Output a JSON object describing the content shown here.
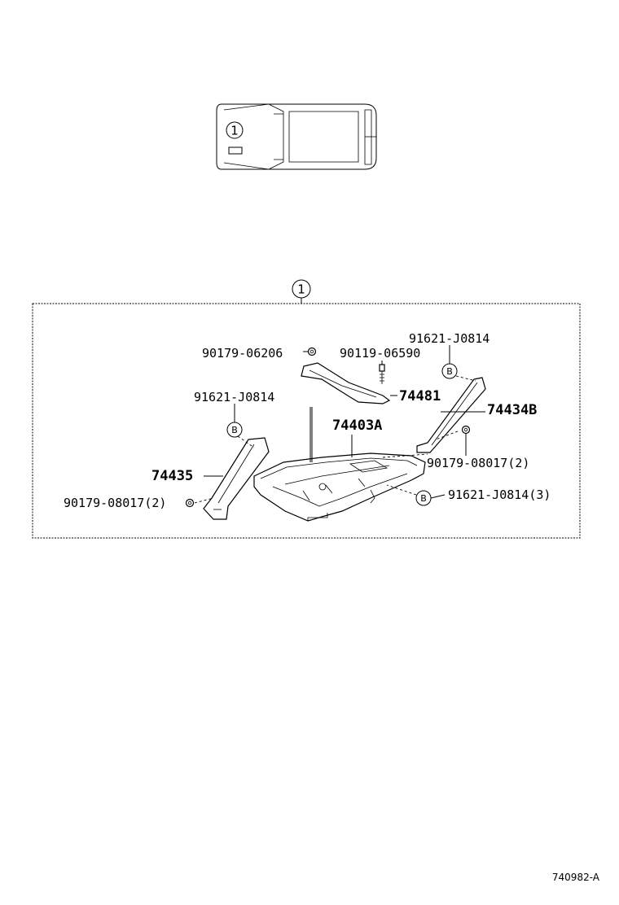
{
  "vehicle_overview": {
    "callout": "1"
  },
  "detail_callout": "1",
  "bolt_marker": "B",
  "labels": {
    "p1": "90179-06206",
    "p2": "90119-06590",
    "p3": "91621-J0814",
    "p4": "74481",
    "p5": "74434B",
    "p6": "91621-J0814",
    "p7": "74403A",
    "p8": "90179-08017(2)",
    "p9": "74435",
    "p10": "91621-J0814(3)",
    "p11": "90179-08017(2)"
  },
  "footer_code": "740982-A"
}
